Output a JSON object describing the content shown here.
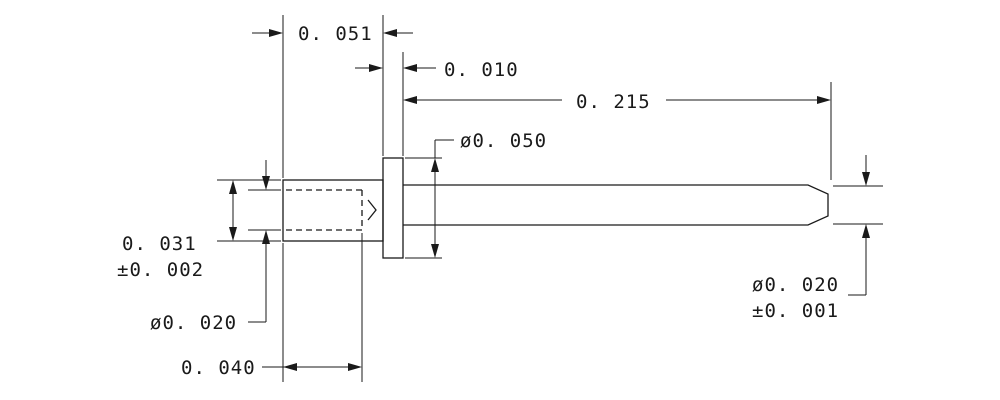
{
  "drawing": {
    "dimensions": {
      "flange_offset": "0. 051",
      "flange_thickness": "0. 010",
      "pin_length": "0. 215",
      "flange_diameter": "ø0. 050",
      "body_diameter": "0. 031",
      "body_diameter_tol": "±0. 002",
      "bore_diameter": "ø0. 020",
      "bore_depth": "0. 040",
      "tip_diameter": "ø0. 020",
      "tip_diameter_tol": "±0. 001"
    }
  }
}
